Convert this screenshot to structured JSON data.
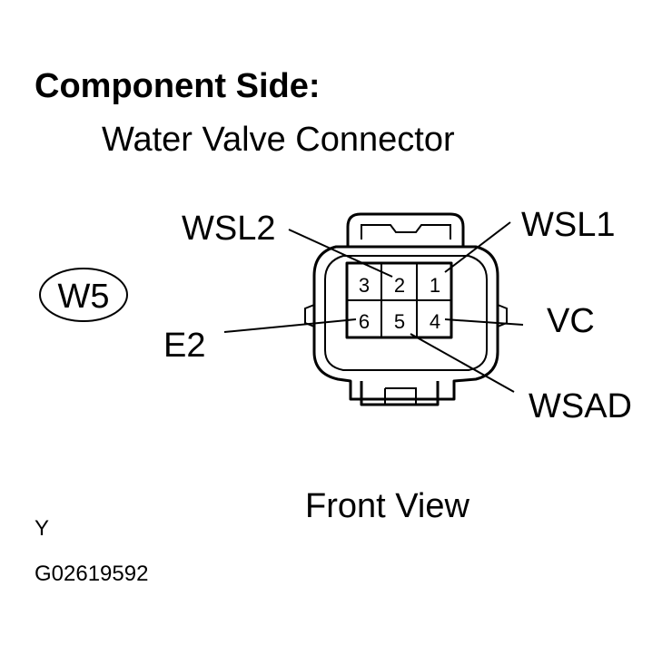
{
  "header": {
    "title": "Component Side:",
    "subtitle": "Water Valve Connector"
  },
  "connector": {
    "code": "W5",
    "pins": [
      {
        "number": "3",
        "signal": ""
      },
      {
        "number": "2",
        "signal": "WSL2"
      },
      {
        "number": "1",
        "signal": "WSL1"
      },
      {
        "number": "6",
        "signal": "E2"
      },
      {
        "number": "5",
        "signal": "WSAD"
      },
      {
        "number": "4",
        "signal": "VC"
      }
    ]
  },
  "footer": {
    "view": "Front View",
    "color_code": "Y",
    "figure_id": "G02619592"
  }
}
